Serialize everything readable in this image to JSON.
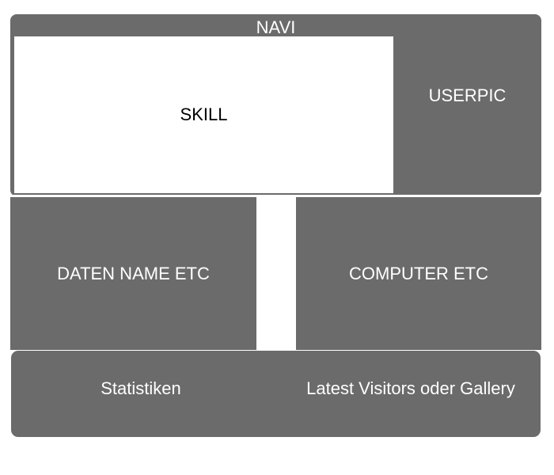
{
  "layout_blocks": {
    "navi": "NAVI",
    "skill": "SKILL",
    "userpic": "USERPIC",
    "daten": "DATEN NAME ETC",
    "computer": "COMPUTER ETC",
    "statistiken": "Statistiken",
    "visitors": "Latest Visitors oder Gallery"
  },
  "colors": {
    "block_fill": "#6b6b6b",
    "panel_white": "#ffffff",
    "text_light": "#ffffff",
    "text_dark": "#000000"
  }
}
